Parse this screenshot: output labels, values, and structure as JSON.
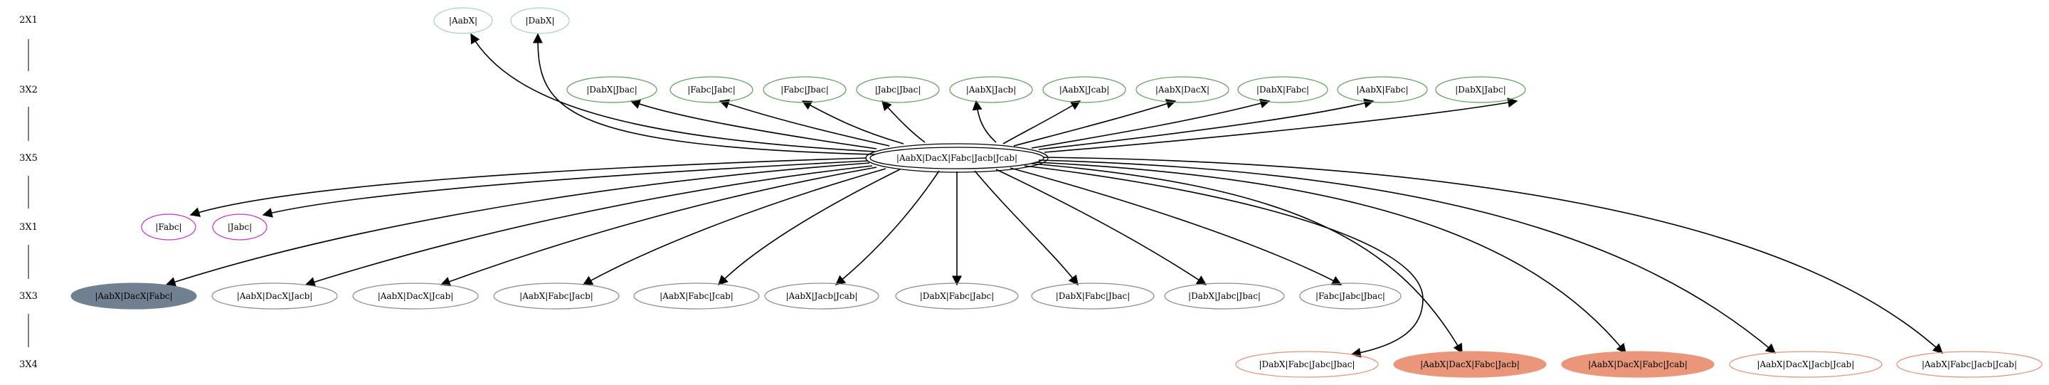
{
  "ranks": [
    "2X1",
    "3X2",
    "3X5",
    "3X1",
    "3X3",
    "3X4"
  ],
  "colors": {
    "teal_outline": "#a7cfc6",
    "green_outline": "#5fa05a",
    "magenta_outline": "#cc2fcc",
    "gray_outline": "#8a8a9a",
    "salmon_outline": "#e8907a",
    "slate_fill": "#708090",
    "salmon_fill": "#e9967a",
    "edge": "#000000"
  },
  "root": "|AabX|DacX|Fabc|Jacb|Jcab|",
  "row_2x1": [
    "|AabX|",
    "|DabX|"
  ],
  "row_3x2": [
    "|DabX|Jbac|",
    "|Fabc|Jabc|",
    "|Fabc|Jbac|",
    "|Jabc|Jbac|",
    "|AabX|Jacb|",
    "|AabX|Jcab|",
    "|AabX|DacX|",
    "|DabX|Fabc|",
    "|AabX|Fabc|",
    "|DabX|Jabc|"
  ],
  "row_3x1": [
    "|Fabc|",
    "|Jabc|"
  ],
  "row_3x3": [
    "|AabX|DacX|Fabc|",
    "|AabX|DacX|Jacb|",
    "|AabX|DacX|Jcab|",
    "|AabX|Fabc|Jacb|",
    "|AabX|Fabc|Jcab|",
    "|AabX|Jacb|Jcab|",
    "|DabX|Fabc|Jabc|",
    "|DabX|Fabc|Jbac|",
    "|DabX|Jabc|Jbac|",
    "|Fabc|Jabc|Jbac|"
  ],
  "row_3x4": [
    "|DabX|Fabc|Jabc|Jbac|",
    "|AabX|DacX|Fabc|Jacb|",
    "|AabX|DacX|Fabc|Jcab|",
    "|AabX|DacX|Jacb|Jcab|",
    "|AabX|Fabc|Jacb|Jcab|"
  ]
}
